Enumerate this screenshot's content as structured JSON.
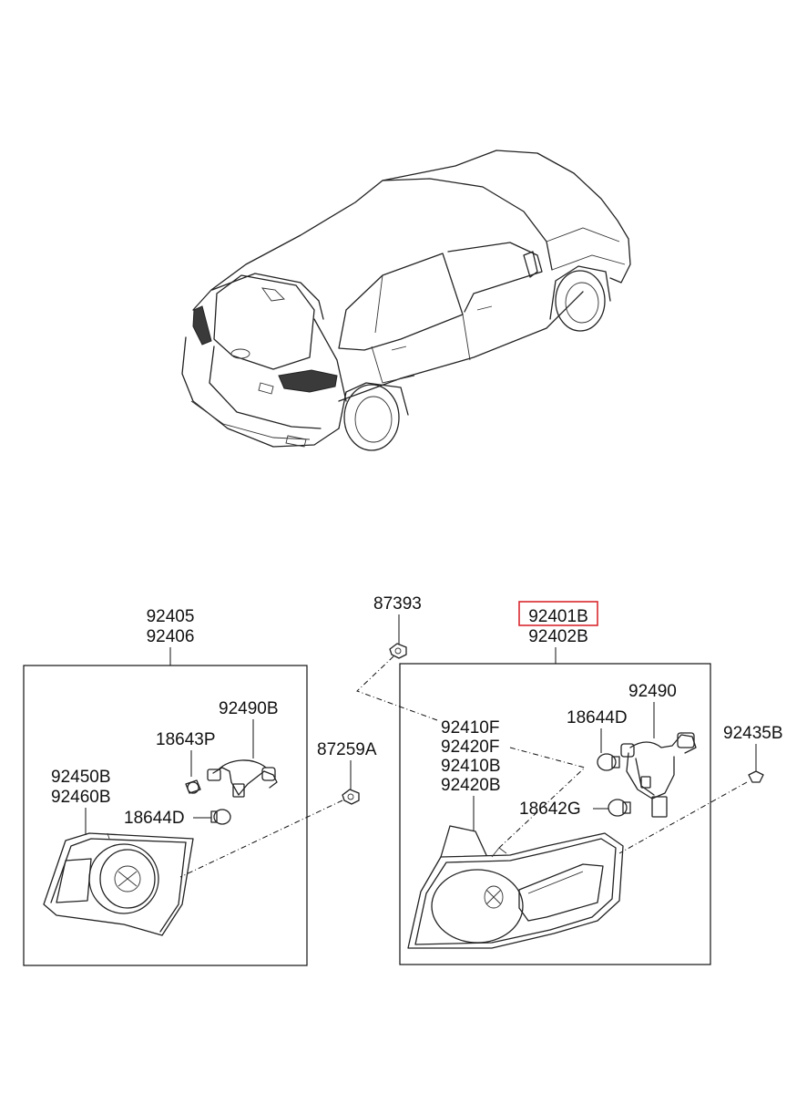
{
  "highlight_color": "#d8282f",
  "line_color": "#111111",
  "tail_lamp_color": "#3a3a3a",
  "illustration": {
    "subject": "suv-rear-three-quarter-view"
  },
  "left_group": {
    "parts": [
      "92405",
      "92406"
    ],
    "harness": "92490B",
    "bulb_small": "18643P",
    "bulb_large": "18644D",
    "lamp": [
      "92450B",
      "92460B"
    ]
  },
  "nut_top": "87393",
  "nut_left": "87259A",
  "right_group": {
    "parts": [
      "92401B",
      "92402B"
    ],
    "highlighted_part": "92401B",
    "harness": "92490",
    "bulb_a": "18644D",
    "bulb_b": "18642G",
    "lens": [
      "92410F",
      "92420F",
      "92410B",
      "92420B"
    ]
  },
  "screw_right": "92435B"
}
